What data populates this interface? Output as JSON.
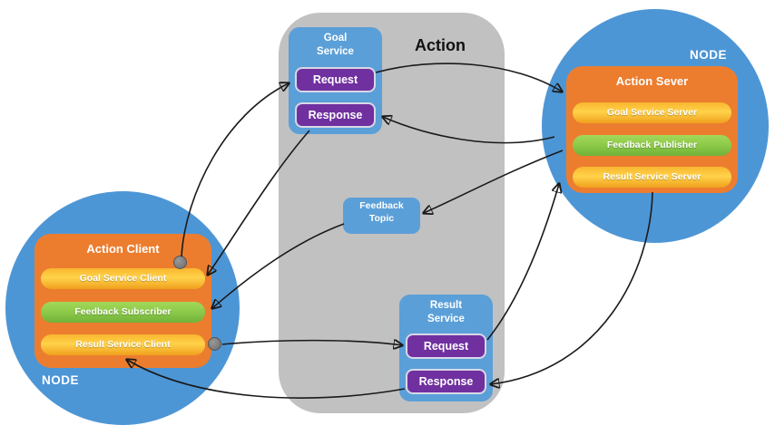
{
  "diagram_title": "Action",
  "left_node": {
    "label": "NODE",
    "box_title": "Action Client",
    "pills": [
      {
        "label": "Goal Service Client"
      },
      {
        "label": "Feedback Subscriber"
      },
      {
        "label": "Result Service Client"
      }
    ]
  },
  "right_node": {
    "label": "NODE",
    "box_title": "Action Sever",
    "pills": [
      {
        "label": "Goal Service Server"
      },
      {
        "label": "Feedback Publisher"
      },
      {
        "label": "Result Service Server"
      }
    ]
  },
  "goal_service": {
    "title": "Goal Service",
    "request": "Request",
    "response": "Response"
  },
  "feedback_topic": {
    "title": "Feedback Topic"
  },
  "result_service": {
    "title": "Result Service",
    "request": "Request",
    "response": "Response"
  },
  "colors": {
    "node_circle": "#4d96d6",
    "service_box": "#5b9fd8",
    "action_area": "#c1c1c1",
    "client_server_box": "#ec7d2f",
    "yellow_pill": "#f7b32b",
    "green_pill": "#85c440",
    "purple_button": "#7030a0",
    "connector_dot": "#7a7a7a",
    "arrow": "#1a1a1a"
  }
}
